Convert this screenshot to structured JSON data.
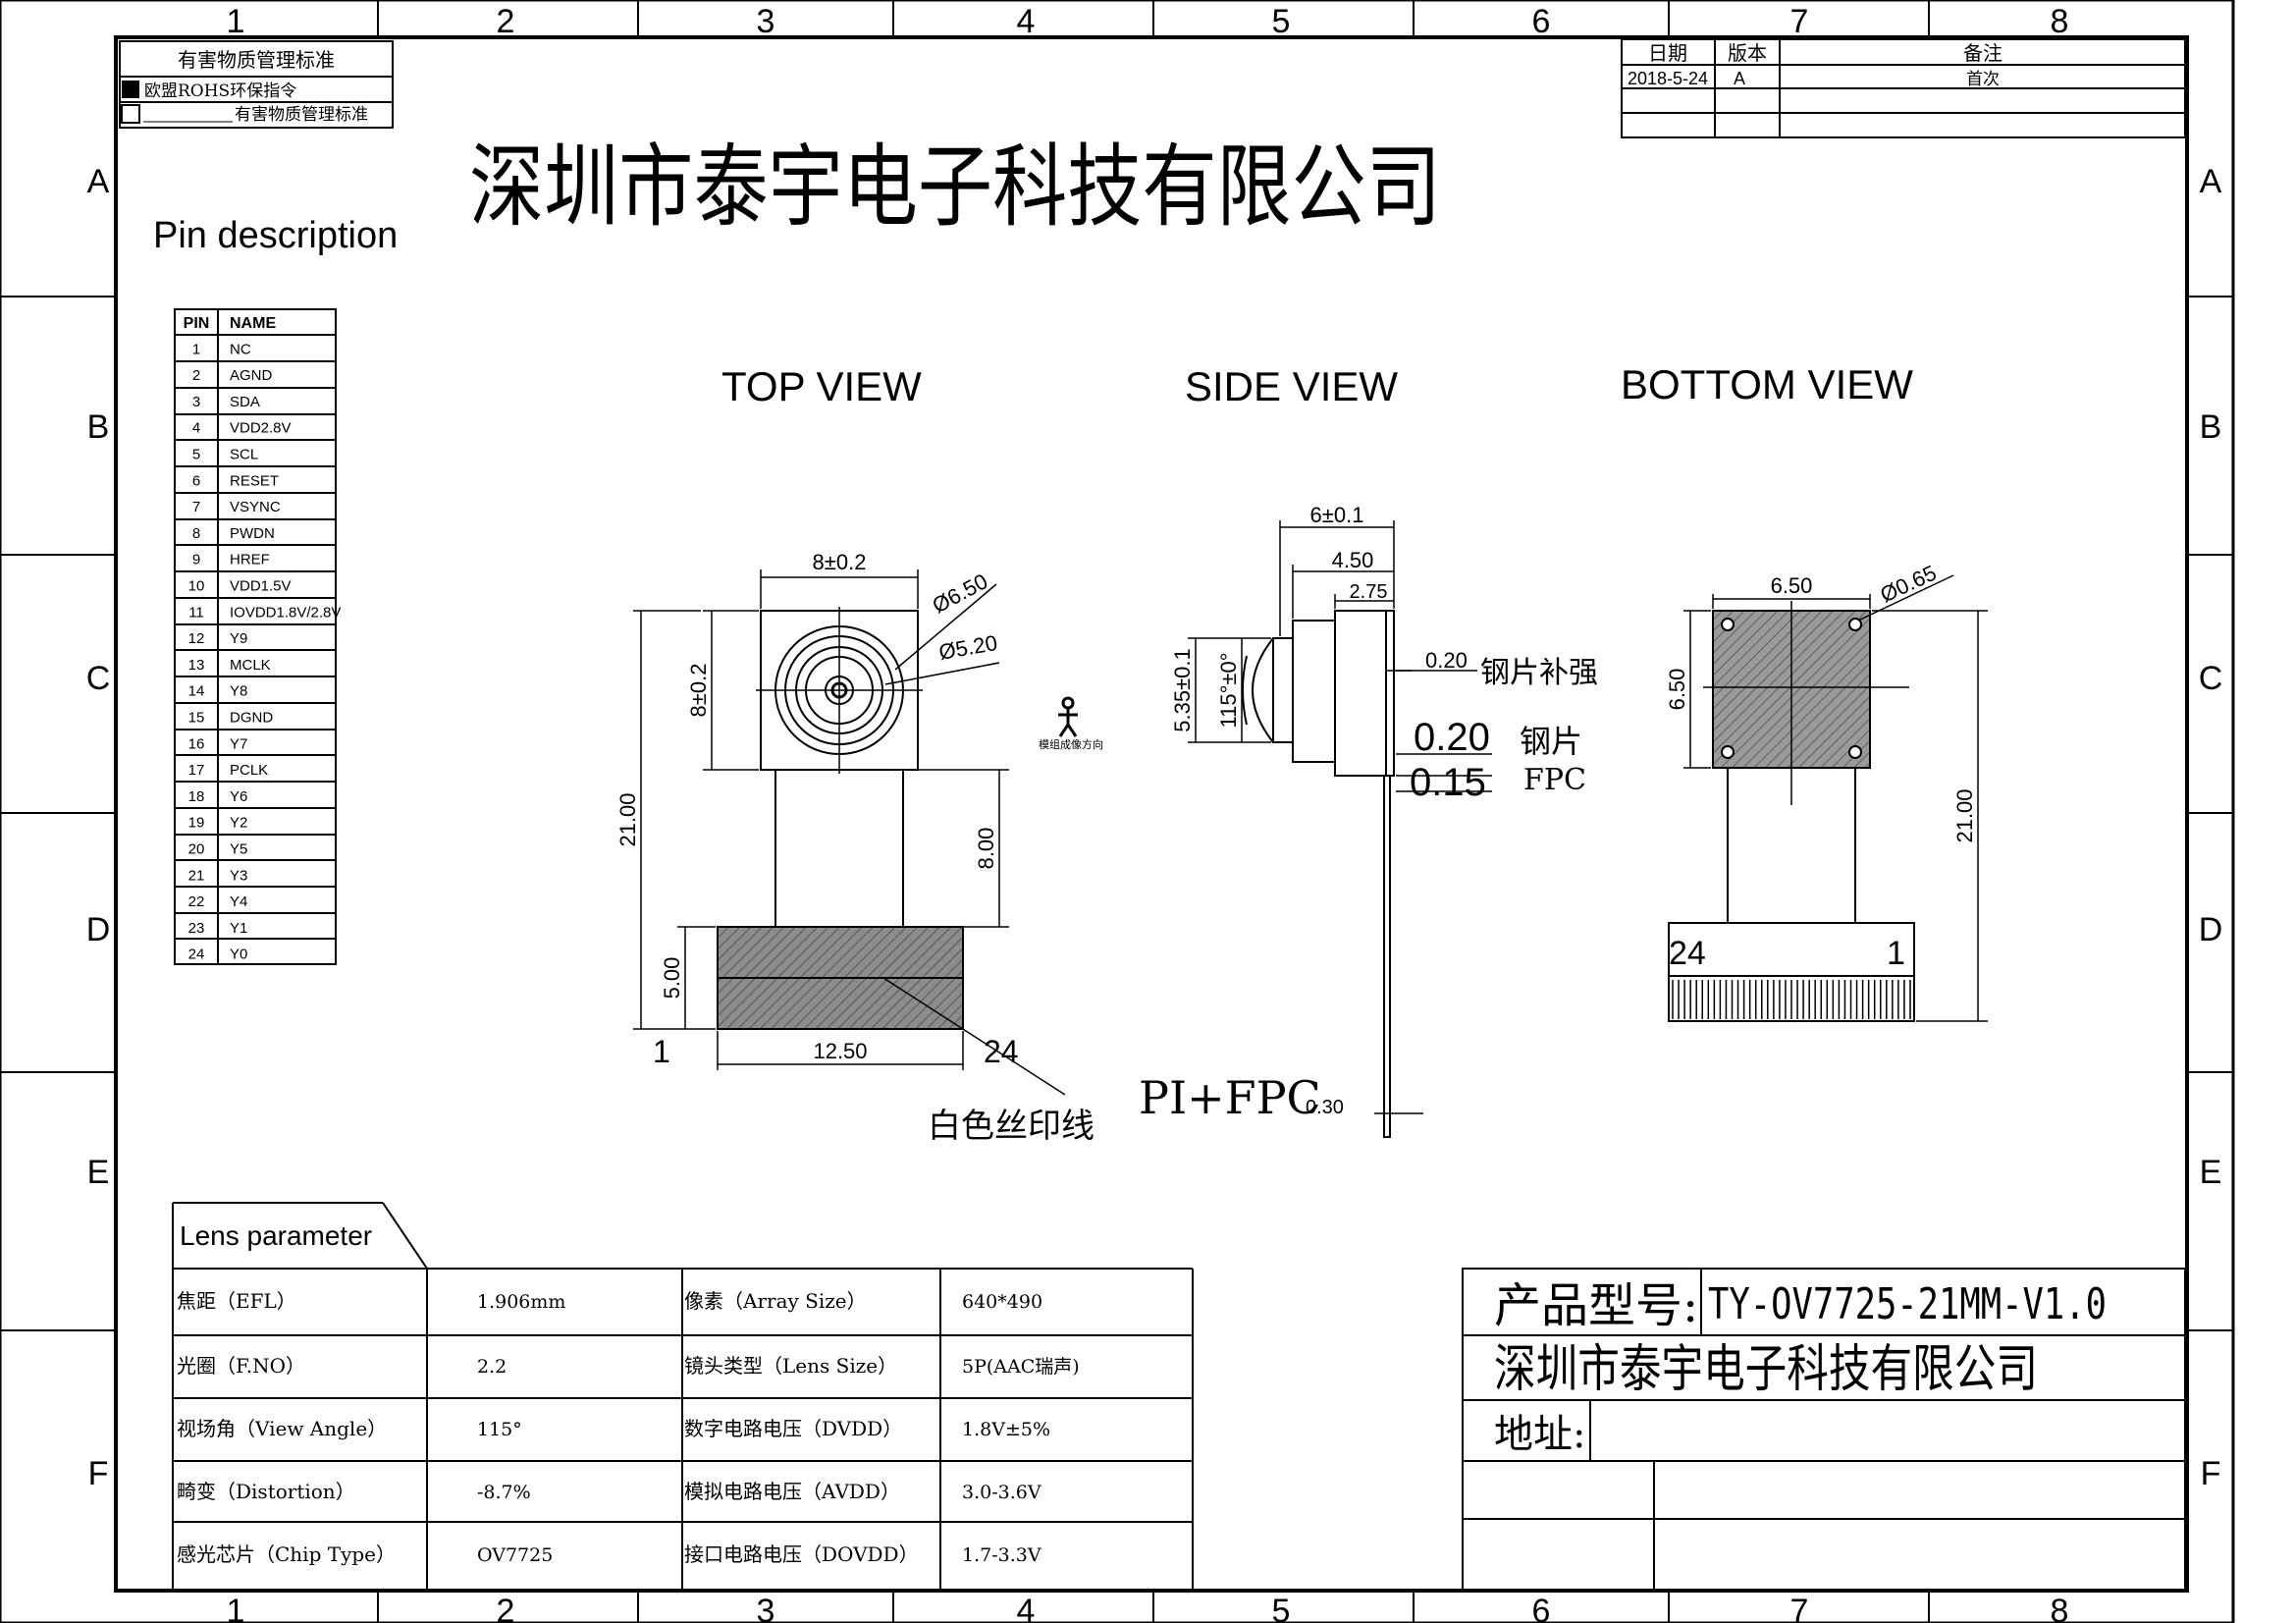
{
  "border": {
    "columns": [
      "1",
      "2",
      "3",
      "4",
      "5",
      "6",
      "7",
      "8"
    ],
    "rows": [
      "A",
      "B",
      "C",
      "D",
      "E",
      "F"
    ]
  },
  "hazard_box": {
    "title": "有害物质管理标准",
    "items": [
      {
        "label": "欧盟ROHS环保指令",
        "checked": true
      },
      {
        "label": "有害物质管理标准",
        "checked": false
      }
    ]
  },
  "revision": {
    "headers": {
      "date": "日期",
      "version": "版本",
      "notes": "备注"
    },
    "rows": [
      {
        "date": "2018-5-24",
        "version": "A",
        "notes": "首次"
      }
    ]
  },
  "company_title": "深圳市泰宇电子科技有限公司",
  "pin_section_title": "Pin description",
  "pin_table": {
    "headers": {
      "pin": "PIN",
      "name": "NAME"
    },
    "rows": [
      {
        "pin": "1",
        "name": "NC"
      },
      {
        "pin": "2",
        "name": "AGND"
      },
      {
        "pin": "3",
        "name": "SDA"
      },
      {
        "pin": "4",
        "name": "VDD2.8V"
      },
      {
        "pin": "5",
        "name": "SCL"
      },
      {
        "pin": "6",
        "name": "RESET"
      },
      {
        "pin": "7",
        "name": "VSYNC"
      },
      {
        "pin": "8",
        "name": "PWDN"
      },
      {
        "pin": "9",
        "name": "HREF"
      },
      {
        "pin": "10",
        "name": "VDD1.5V"
      },
      {
        "pin": "11",
        "name": "IOVDD1.8V/2.8V"
      },
      {
        "pin": "12",
        "name": "Y9"
      },
      {
        "pin": "13",
        "name": "MCLK"
      },
      {
        "pin": "14",
        "name": "Y8"
      },
      {
        "pin": "15",
        "name": "DGND"
      },
      {
        "pin": "16",
        "name": "Y7"
      },
      {
        "pin": "17",
        "name": "PCLK"
      },
      {
        "pin": "18",
        "name": "Y6"
      },
      {
        "pin": "19",
        "name": "Y2"
      },
      {
        "pin": "20",
        "name": "Y5"
      },
      {
        "pin": "21",
        "name": "Y3"
      },
      {
        "pin": "22",
        "name": "Y4"
      },
      {
        "pin": "23",
        "name": "Y1"
      },
      {
        "pin": "24",
        "name": "Y0"
      }
    ]
  },
  "views": {
    "top": "TOP VIEW",
    "side": "SIDE VIEW",
    "bottom": "BOTTOM VIEW"
  },
  "top_view": {
    "width": "8±0.2",
    "height": "8±0.2",
    "lens_outer": "Ø6.50",
    "lens_inner": "Ø5.20",
    "total_length": "21.00",
    "flex_length": "8.00",
    "connector_height": "5.00",
    "connector_width": "12.50",
    "pin_first": "1",
    "pin_last": "24",
    "silkscreen": "白色丝印线",
    "imaging_direction": "模组成像方向"
  },
  "side_view": {
    "body_width": "6±0.1",
    "holder_width": "4.50",
    "base_width": "2.75",
    "height": "5.35±0.1",
    "angle": "115°±0°",
    "stiffener_thickness": "0.20",
    "stiffener_label": "钢片补强",
    "steel_thickness": "0.20",
    "steel_label": "钢片",
    "fpc_thickness": "0.15",
    "fpc_label": "FPC",
    "pi_fpc_label": "PI+FPC",
    "pi_fpc_thickness": "0.30"
  },
  "bottom_view": {
    "width": "6.50",
    "height": "6.50",
    "hole": "Ø0.65",
    "total_length": "21.00",
    "pin_first": "24",
    "pin_last": "1"
  },
  "lens_parameter": {
    "title": "Lens parameter",
    "rows": [
      {
        "k1": "焦距（EFL）",
        "v1": "1.906mm",
        "k2": "像素（Array Size）",
        "v2": "640*490"
      },
      {
        "k1": "光圈（F.NO）",
        "v1": "2.2",
        "k2": "镜头类型（Lens Size）",
        "v2": "5P(AAC瑞声)"
      },
      {
        "k1": "视场角（View Angle）",
        "v1": "115°",
        "k2": "数字电路电压（DVDD）",
        "v2": "1.8V±5%"
      },
      {
        "k1": "畸变（Distortion）",
        "v1": "-8.7%",
        "k2": "模拟电路电压（AVDD）",
        "v2": "3.0-3.6V"
      },
      {
        "k1": "感光芯片（Chip Type）",
        "v1": "OV7725",
        "k2": "接口电路电压（DOVDD）",
        "v2": "1.7-3.3V"
      }
    ]
  },
  "title_block": {
    "model_label": "产品型号:",
    "model_value": "TY-OV7725-21MM-V1.0",
    "company": "深圳市泰宇电子科技有限公司",
    "address_label": "地址:"
  }
}
